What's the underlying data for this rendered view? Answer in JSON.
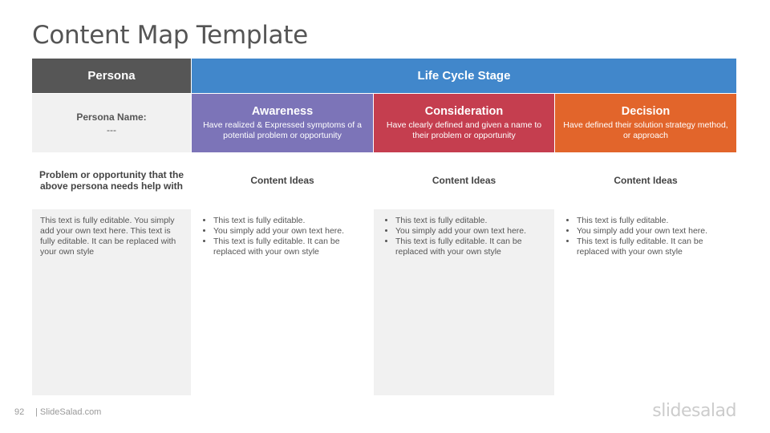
{
  "title": "Content Map Template",
  "header": {
    "persona": "Persona",
    "life_cycle": "Life Cycle Stage"
  },
  "persona_name": {
    "label": "Persona Name:",
    "value": "---"
  },
  "stages": [
    {
      "name": "Awareness",
      "desc": "Have realized & Expressed symptoms of a potential problem or opportunity",
      "color": "#7c74b8"
    },
    {
      "name": "Consideration",
      "desc": "Have clearly defined and given a name to their problem or opportunity",
      "color": "#c53e4f"
    },
    {
      "name": "Decision",
      "desc": "Have defined their solution strategy method, or approach",
      "color": "#e2652b"
    }
  ],
  "problem_label": "Problem or opportunity that the above persona needs help with",
  "content_ideas_label": "Content Ideas",
  "problem_text": "This text is fully editable. You simply add your own text here. This text is fully editable. It can be replaced with your own style",
  "bullets": [
    "This text is fully editable.",
    "You simply add your own text here.",
    "This text is fully editable. It can be replaced with your own style"
  ],
  "colors": {
    "persona_header": "#565656",
    "life_cycle_header": "#4187cb"
  },
  "footer": {
    "page_number": "92",
    "site": "| SlideSalad.com",
    "brand": "slidesalad"
  }
}
